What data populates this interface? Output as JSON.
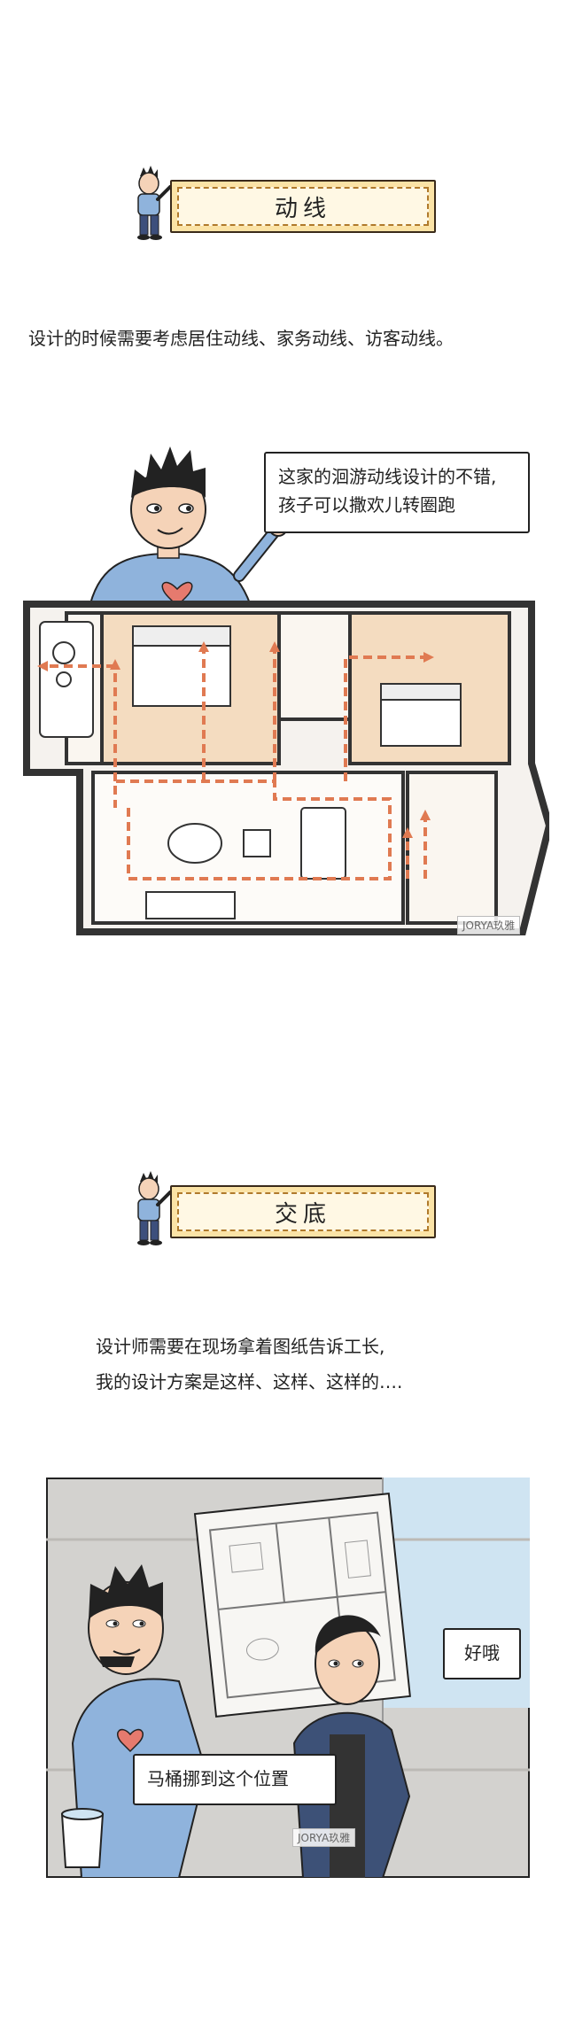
{
  "section1": {
    "title": "动线",
    "description": "设计的时候需要考虑居住动线、家务动线、访客动线。",
    "speech": [
      "这家的洄游动线设计的不错,",
      "孩子可以撒欢儿转圈跑"
    ],
    "watermark": "JORYA玖雅"
  },
  "section2": {
    "title": "交底",
    "description_lines": [
      "设计师需要在现场拿着图纸告诉工长,",
      "我的设计方案是这样、这样、这样的…."
    ],
    "reply": "好哦",
    "instruction": "马桶挪到这个位置",
    "watermark": "JORYA玖雅"
  },
  "colors": {
    "accent_dashed": "#e07a52",
    "banner_bg": "#fbe3a6",
    "floor_wood": "#f4dcc0",
    "shirt_blue": "#8fb3dc"
  },
  "icons": [
    "mascot-figure-icon",
    "designer-character-icon",
    "heart-icon",
    "foreman-character-icon",
    "paint-bucket-icon"
  ]
}
